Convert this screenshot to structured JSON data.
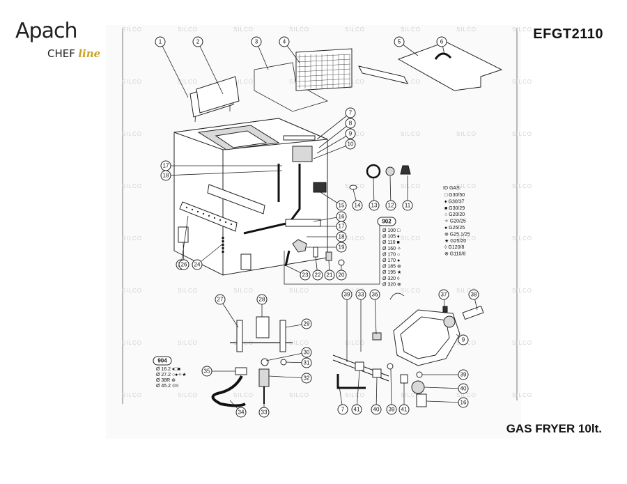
{
  "brand": {
    "name": "Apach",
    "sub_chef": "CHEF",
    "sub_line": "line"
  },
  "header": {
    "model": "EFGT2110"
  },
  "footer": {
    "product": "GAS FRYER 10lt."
  },
  "watermark": "SILCO",
  "colors": {
    "brand_accent": "#c9a227",
    "ink": "#111111"
  },
  "id_gas": {
    "title": "ID GAS:",
    "items": [
      {
        "symbol": "□",
        "label": "G30/50"
      },
      {
        "symbol": "♦",
        "label": "G30/37"
      },
      {
        "symbol": "■",
        "label": "G30/29"
      },
      {
        "symbol": "○",
        "label": "G20/20"
      },
      {
        "symbol": "✧",
        "label": "G20/25"
      },
      {
        "symbol": "●",
        "label": "G25/25"
      },
      {
        "symbol": "⊛",
        "label": "G25.1/25"
      },
      {
        "symbol": "★",
        "label": "G25/20"
      },
      {
        "symbol": "◊",
        "label": "G120/8"
      },
      {
        "symbol": "⊗",
        "label": "G110/8"
      }
    ]
  },
  "injector_902": {
    "code": "902",
    "rows": [
      {
        "size": "Ø 100",
        "symbols": "□"
      },
      {
        "size": "Ø 105",
        "symbols": "♦"
      },
      {
        "size": "Ø 110",
        "symbols": "■"
      },
      {
        "size": "Ø 160",
        "symbols": "✧"
      },
      {
        "size": "Ø 170",
        "symbols": "○"
      },
      {
        "size": "Ø 170",
        "symbols": "●"
      },
      {
        "size": "Ø 185",
        "symbols": "⊛"
      },
      {
        "size": "Ø 195",
        "symbols": "★"
      },
      {
        "size": "Ø 320",
        "symbols": "◊"
      },
      {
        "size": "Ø 320",
        "symbols": "⊗"
      }
    ]
  },
  "injector_904": {
    "code": "904",
    "rows": [
      {
        "size": "Ø 16.2",
        "symbols": "♦□■"
      },
      {
        "size": "Ø 27.2",
        "symbols": "○●✧★"
      },
      {
        "size": "Ø 38R",
        "symbols": "⊛"
      },
      {
        "size": "Ø 45.2",
        "symbols": "⊙◊"
      }
    ]
  },
  "callouts": [
    {
      "id": "c1",
      "n": "1"
    },
    {
      "id": "c2",
      "n": "2"
    },
    {
      "id": "c3",
      "n": "3"
    },
    {
      "id": "c4",
      "n": "4"
    },
    {
      "id": "c5",
      "n": "5"
    },
    {
      "id": "c6",
      "n": "6"
    },
    {
      "id": "c7",
      "n": "7"
    },
    {
      "id": "c8",
      "n": "8"
    },
    {
      "id": "c9",
      "n": "9"
    },
    {
      "id": "c10",
      "n": "10"
    },
    {
      "id": "c11",
      "n": "11"
    },
    {
      "id": "c12",
      "n": "12"
    },
    {
      "id": "c13",
      "n": "13"
    },
    {
      "id": "c14",
      "n": "14"
    },
    {
      "id": "c15",
      "n": "15"
    },
    {
      "id": "c16",
      "n": "16"
    },
    {
      "id": "c17a",
      "n": "17"
    },
    {
      "id": "c18a",
      "n": "18"
    },
    {
      "id": "c17b",
      "n": "17"
    },
    {
      "id": "c18b",
      "n": "18"
    },
    {
      "id": "c19",
      "n": "19"
    },
    {
      "id": "c20",
      "n": "20"
    },
    {
      "id": "c21",
      "n": "21"
    },
    {
      "id": "c22",
      "n": "22"
    },
    {
      "id": "c23",
      "n": "23"
    },
    {
      "id": "c24",
      "n": "24"
    },
    {
      "id": "c25",
      "n": "25"
    },
    {
      "id": "c26",
      "n": "26"
    },
    {
      "id": "c27",
      "n": "27"
    },
    {
      "id": "c28",
      "n": "28"
    },
    {
      "id": "c29",
      "n": "29"
    },
    {
      "id": "c30",
      "n": "30"
    },
    {
      "id": "c31",
      "n": "31"
    },
    {
      "id": "c32",
      "n": "32"
    },
    {
      "id": "c33a",
      "n": "33"
    },
    {
      "id": "c34",
      "n": "34"
    },
    {
      "id": "c35",
      "n": "35"
    },
    {
      "id": "c39a",
      "n": "39"
    },
    {
      "id": "c33b",
      "n": "33"
    },
    {
      "id": "c36",
      "n": "36"
    },
    {
      "id": "c37",
      "n": "37"
    },
    {
      "id": "c38",
      "n": "38"
    },
    {
      "id": "c9b",
      "n": "9"
    },
    {
      "id": "c39b",
      "n": "39"
    },
    {
      "id": "c40a",
      "n": "40"
    },
    {
      "id": "c16b",
      "n": "16"
    },
    {
      "id": "c7b",
      "n": "7"
    },
    {
      "id": "c41a",
      "n": "41"
    },
    {
      "id": "c40b",
      "n": "40"
    },
    {
      "id": "c39c",
      "n": "39"
    },
    {
      "id": "c41b",
      "n": "41"
    }
  ]
}
